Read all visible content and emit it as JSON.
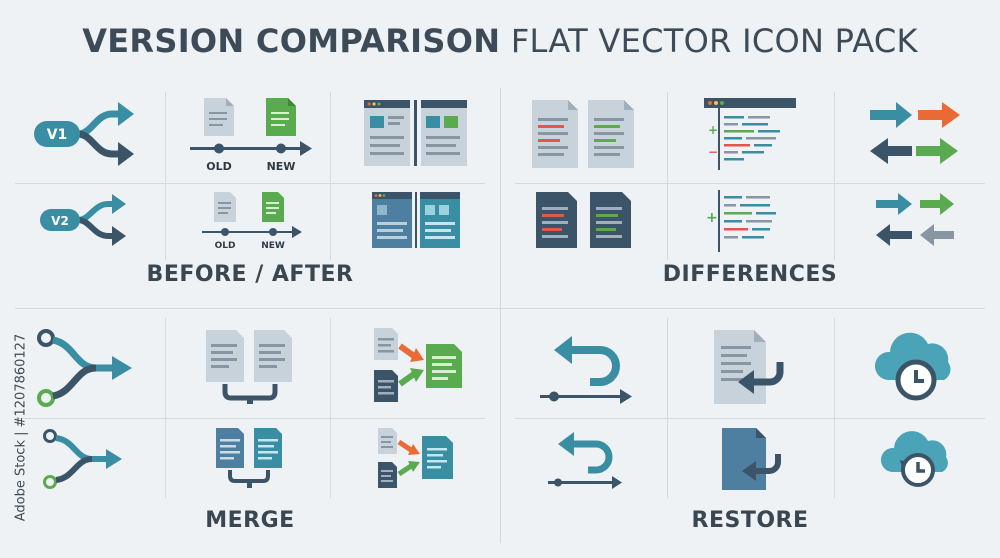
{
  "title": {
    "bold": "VERSION COMPARISON",
    "light": "FLAT VECTOR ICON PACK"
  },
  "sections": {
    "before_after": "BEFORE / AFTER",
    "differences": "DIFFERENCES",
    "merge": "MERGE",
    "restore": "RESTORE"
  },
  "badges": {
    "v1": "V1",
    "v2": "V2"
  },
  "timeline": {
    "old": "OLD",
    "new": "NEW"
  },
  "side_text": "Adobe Stock | #1207860127",
  "colors": {
    "teal": "#3a8ea3",
    "dark_slate": "#3b5468",
    "green": "#5aaa4f",
    "orange": "#e96a35",
    "gray_doc": "#c7d2da",
    "blue_doc": "#4e7fa0"
  }
}
